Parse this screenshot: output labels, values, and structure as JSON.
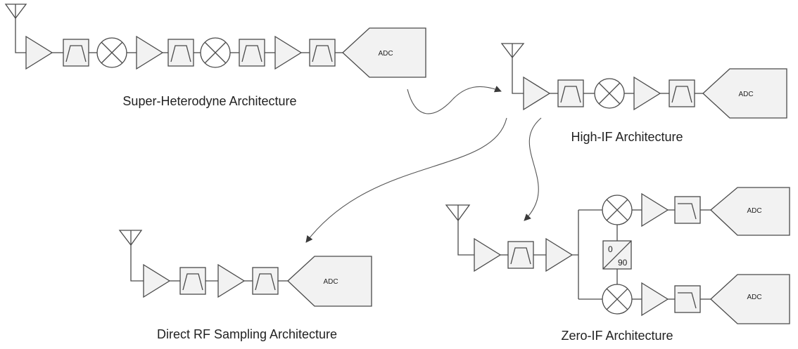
{
  "diagrams": {
    "super_heterodyne": {
      "title": "Super-Heterodyne Architecture",
      "adc_label": "ADC",
      "chain": [
        "antenna",
        "amplifier",
        "band-pass-filter",
        "mixer",
        "amplifier",
        "band-pass-filter",
        "mixer",
        "band-pass-filter",
        "amplifier",
        "band-pass-filter",
        "adc"
      ]
    },
    "high_if": {
      "title": "High-IF Architecture",
      "adc_label": "ADC",
      "chain": [
        "antenna",
        "amplifier",
        "band-pass-filter",
        "mixer",
        "amplifier",
        "band-pass-filter",
        "adc"
      ]
    },
    "direct_rf": {
      "title": "Direct RF Sampling Architecture",
      "adc_label": "ADC",
      "chain": [
        "antenna",
        "amplifier",
        "band-pass-filter",
        "amplifier",
        "band-pass-filter",
        "adc"
      ]
    },
    "zero_if": {
      "title": "Zero-IF Architecture",
      "adc_i_label": "ADC",
      "adc_q_label": "ADC",
      "phase_shifter": {
        "top": "0",
        "bottom": "90"
      },
      "chain": [
        "antenna",
        "amplifier",
        "band-pass-filter",
        "amplifier",
        "splitter",
        "mixer-i",
        "mixer-q",
        "amplifier",
        "low-pass-filter",
        "adc"
      ]
    }
  },
  "colors": {
    "line": "#4a4a4a",
    "fill": "#f2f2f2",
    "text": "#222222"
  }
}
